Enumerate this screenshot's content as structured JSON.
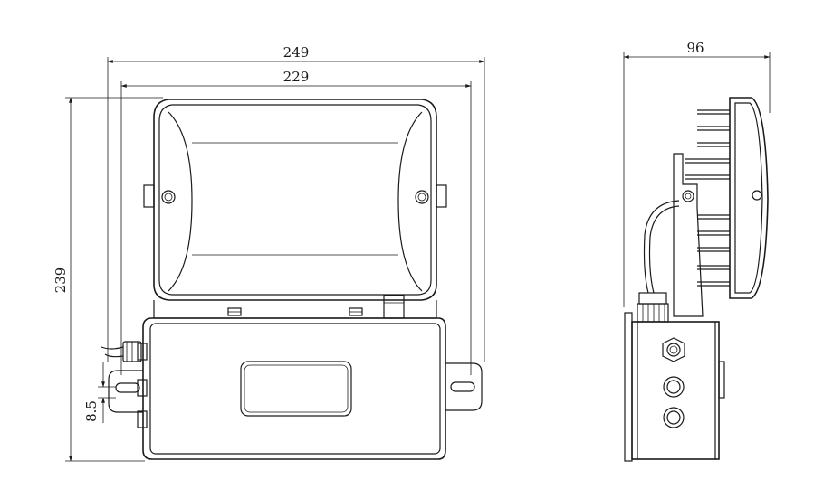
{
  "front_view": {
    "dimensions": {
      "overall_width": "249",
      "housing_width": "229",
      "overall_height": "239",
      "mount_offset": "8.5"
    }
  },
  "side_view": {
    "dimensions": {
      "depth": "96"
    }
  },
  "colors": {
    "line": "#1a1a1a",
    "background": "#ffffff"
  }
}
